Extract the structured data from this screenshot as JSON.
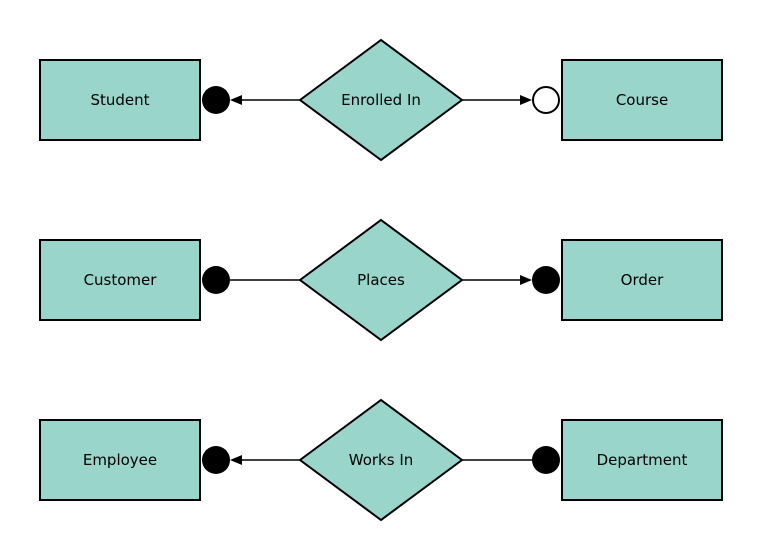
{
  "colors": {
    "background": "#ffffff",
    "shape_fill": "#99d5ca",
    "shape_stroke": "#000000",
    "connector": "#000000",
    "text": "#000000"
  },
  "rows": [
    {
      "left_entity": "Student",
      "relationship": "Enrolled In",
      "right_entity": "Course",
      "left_connector": {
        "terminal_icon": "filled-circle-icon",
        "arrowhead": "points-toward-left-entity"
      },
      "right_connector": {
        "terminal_icon": "open-circle-icon",
        "arrowhead": "points-toward-right-entity"
      }
    },
    {
      "left_entity": "Customer",
      "relationship": "Places",
      "right_entity": "Order",
      "left_connector": {
        "terminal_icon": "filled-circle-icon",
        "arrowhead": "none"
      },
      "right_connector": {
        "terminal_icon": "filled-circle-icon",
        "arrowhead": "points-toward-right-entity"
      }
    },
    {
      "left_entity": "Employee",
      "relationship": "Works In",
      "right_entity": "Department",
      "left_connector": {
        "terminal_icon": "filled-circle-icon",
        "arrowhead": "points-toward-left-entity"
      },
      "right_connector": {
        "terminal_icon": "filled-circle-icon",
        "arrowhead": "none"
      }
    }
  ]
}
